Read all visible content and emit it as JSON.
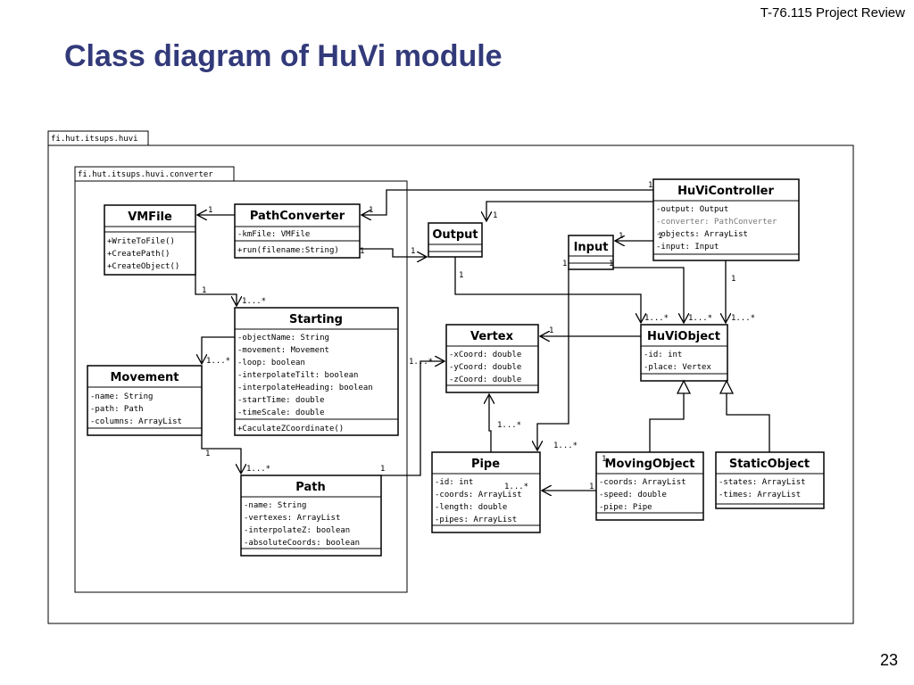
{
  "header": {
    "course": "T-76.115 Project Review"
  },
  "title": "Class diagram of HuVi module",
  "page_number": "23",
  "packages": {
    "outer": "fi.hut.itsups.huvi",
    "inner": "fi.hut.itsups.huvi.converter"
  },
  "classes": {
    "vmfile": {
      "name": "VMFile",
      "attrs": [],
      "methods": [
        "+WriteToFile()",
        "+CreatePath()",
        "+CreateObject()"
      ]
    },
    "pathconverter": {
      "name": "PathConverter",
      "attrs": [
        "-kmFile: VMFile"
      ],
      "methods": [
        "+run(filename:String)"
      ]
    },
    "starting": {
      "name": "Starting",
      "attrs": [
        "-objectName: String",
        "-movement: Movement",
        "-loop: boolean",
        "-interpolateTilt: boolean",
        "-interpolateHeading: boolean",
        "-startTime: double",
        "-timeScale: double"
      ],
      "methods": [
        "+CaculateZCoordinate()"
      ]
    },
    "movement": {
      "name": "Movement",
      "attrs": [
        "-name: String",
        "-path: Path",
        "-columns: ArrayList"
      ],
      "methods": []
    },
    "path": {
      "name": "Path",
      "attrs": [
        "-name: String",
        "-vertexes: ArrayList",
        "-interpolateZ: boolean",
        "-absoluteCoords: boolean"
      ],
      "methods": []
    },
    "output": {
      "name": "Output",
      "attrs": [],
      "methods": []
    },
    "input": {
      "name": "Input",
      "attrs": [],
      "methods": []
    },
    "huvicontroller": {
      "name": "HuViController",
      "attrs": [
        "-output: Output",
        "-converter: PathConverter",
        "-objects: ArrayList",
        "-input: Input"
      ],
      "methods": []
    },
    "vertex": {
      "name": "Vertex",
      "attrs": [
        "-xCoord: double",
        "-yCoord: double",
        "-zCoord: double"
      ],
      "methods": []
    },
    "huviobject": {
      "name": "HuViObject",
      "attrs": [
        "-id: int",
        "-place: Vertex"
      ],
      "methods": []
    },
    "pipe": {
      "name": "Pipe",
      "attrs": [
        "-id: int",
        "-coords: ArrayList",
        "-length: double",
        "-pipes: ArrayList"
      ],
      "methods": []
    },
    "movingobject": {
      "name": "MovingObject",
      "attrs": [
        "-coords: ArrayList",
        "-speed: double",
        "-pipe: Pipe"
      ],
      "methods": []
    },
    "staticobject": {
      "name": "StaticObject",
      "attrs": [
        "-states: ArrayList",
        "-times: ArrayList"
      ],
      "methods": []
    }
  },
  "multiplicities": {
    "one": "1",
    "many": "1...*"
  },
  "colors": {
    "title": "#333a7a",
    "line": "#000000",
    "grey_text": "#777777"
  }
}
